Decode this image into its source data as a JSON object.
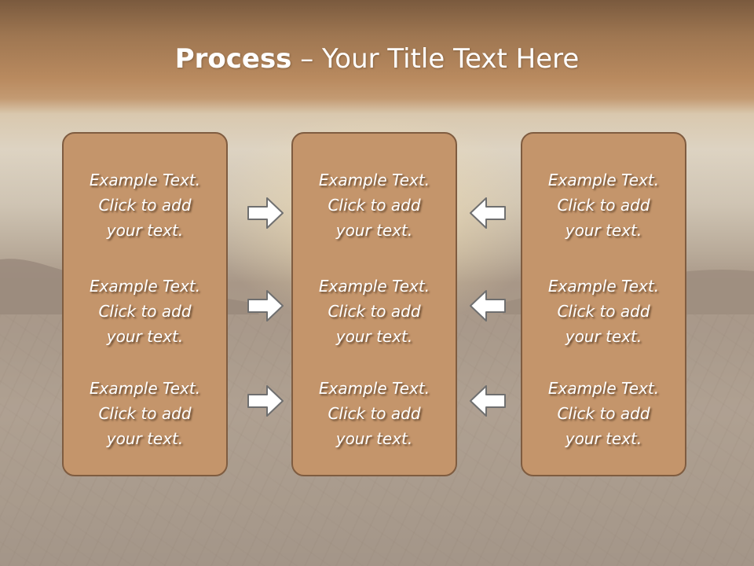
{
  "title": {
    "bold": "Process",
    "rest": " – Your Title Text Here"
  },
  "columns": [
    {
      "blocks": [
        {
          "lines": [
            "Example Text.",
            "Click  to add",
            "your text."
          ]
        },
        {
          "lines": [
            "Example Text.",
            "Click  to add",
            "your text."
          ]
        },
        {
          "lines": [
            "Example Text.",
            "Click  to add",
            "your text."
          ]
        }
      ]
    },
    {
      "blocks": [
        {
          "lines": [
            "Example Text.",
            "Click  to add",
            "your text."
          ]
        },
        {
          "lines": [
            "Example Text.",
            "Click  to add",
            "your text."
          ]
        },
        {
          "lines": [
            "Example Text.",
            "Click  to add",
            "your text."
          ]
        }
      ]
    },
    {
      "blocks": [
        {
          "lines": [
            "Example Text.",
            "Click  to add",
            "your text."
          ]
        },
        {
          "lines": [
            "Example Text.",
            "Click  to add",
            "your text."
          ]
        },
        {
          "lines": [
            "Example Text.",
            "Click  to add",
            "your text."
          ]
        }
      ]
    }
  ],
  "arrows": {
    "left_group": [
      "arrow-right-icon",
      "arrow-right-icon",
      "arrow-right-icon"
    ],
    "right_group": [
      "arrow-left-icon",
      "arrow-left-icon",
      "arrow-left-icon"
    ]
  },
  "colors": {
    "panel_fill": "#c4956b",
    "panel_border": "#7f5c40",
    "title_bar": "#a07a55",
    "text": "#ffffff"
  }
}
